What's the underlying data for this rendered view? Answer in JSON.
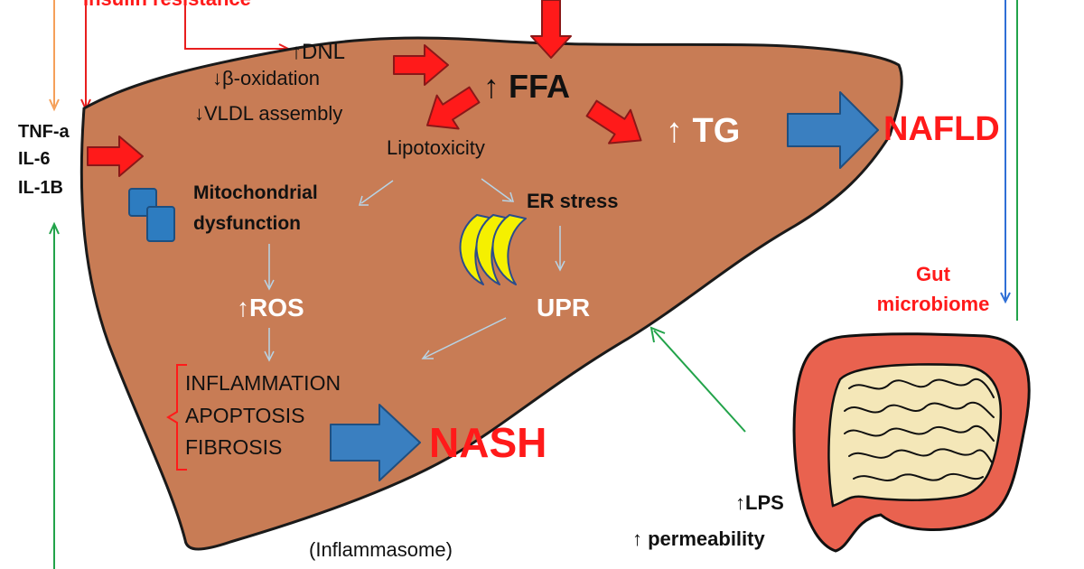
{
  "labels": {
    "insulin_resistance": "Insulin resistance",
    "dnl": "↑DNL",
    "beta_oxidation": "↓β-oxidation",
    "vldl_assembly": "↓VLDL assembly",
    "ffa": "↑ FFA",
    "tg": "↑ TG",
    "nafld": "NAFLD",
    "tnf": "TNF-a",
    "il6": "IL-6",
    "il1b": "IL-1B",
    "lipotoxicity": "Lipotoxicity",
    "mito_line1": "Mitochondrial",
    "mito_line2": "dysfunction",
    "er_stress": "ER stress",
    "ros": "↑ROS",
    "upr": "UPR",
    "inflammation": "INFLAMMATION",
    "apoptosis": "APOPTOSIS",
    "fibrosis": "FIBROSIS",
    "nash": "NASH",
    "inflammasome": "(Inflammasome)",
    "gut_line1": "Gut",
    "gut_line2": "microbiome",
    "lps": "↑LPS",
    "permeability": "↑ permeability"
  },
  "colors": {
    "liver_fill": "#c87c55",
    "liver_stroke": "#1a1a1a",
    "red_arrow": "#ff1a1a",
    "blue_arrow": "#3a7fc0",
    "orange_line": "#f5a05a",
    "red_line": "#e81e1e",
    "blue_line": "#2f6fd6",
    "green_line": "#22a34a",
    "pale_arrow": "#b7d4e6",
    "gut_red": "#e9624f",
    "gut_inner": "#f4e7b8",
    "er_yellow": "#f5f000",
    "mito_blue": "#2d7cc0",
    "text_red": "#ff1a1a"
  },
  "icons": [
    "mitochondria-icon",
    "er-stress-icon",
    "gut-microbiome-icon"
  ]
}
